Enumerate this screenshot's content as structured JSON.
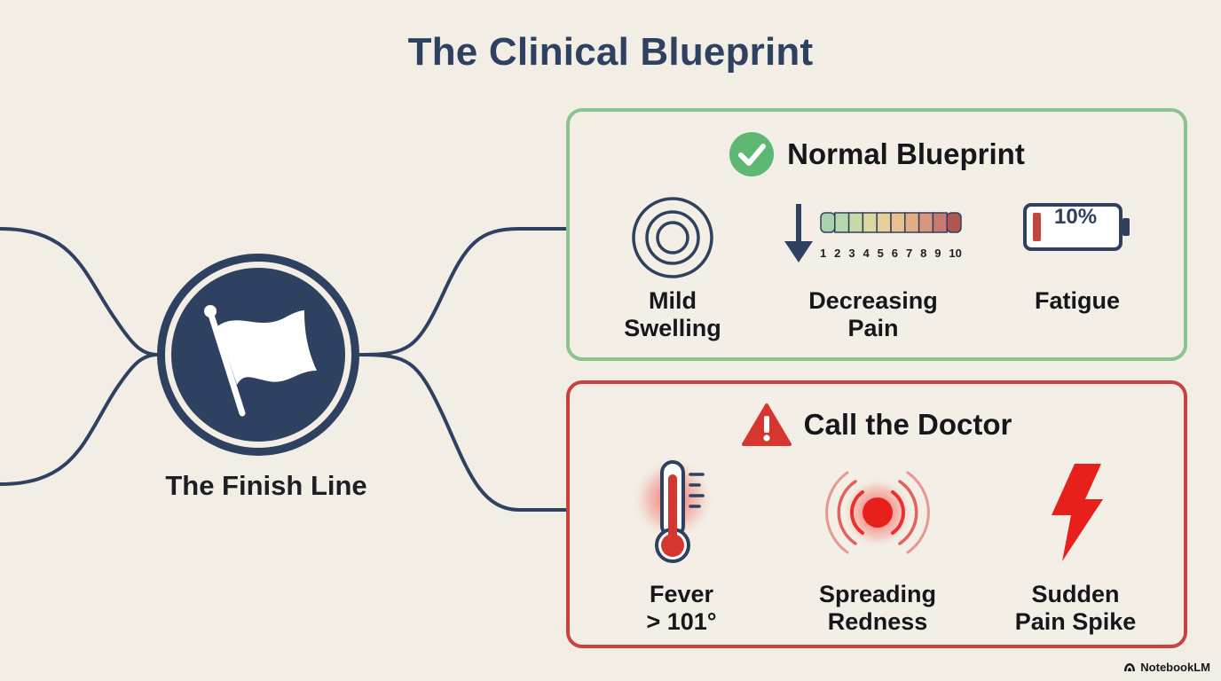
{
  "title": "The Clinical Blueprint",
  "hub": {
    "label": "The Finish Line",
    "icon": "flag-icon"
  },
  "normal": {
    "title": "Normal Blueprint",
    "icon": "check-icon",
    "border_color": "#8cc38f",
    "items": [
      {
        "label": "Mild\nSwelling",
        "icon": "concentric-circles-icon"
      },
      {
        "label": "Decreasing\nPain",
        "icon": "pain-scale-icon"
      },
      {
        "label": "Fatigue",
        "icon": "battery-icon",
        "battery_text": "10%"
      }
    ],
    "pain_scale": [
      "1",
      "2",
      "3",
      "4",
      "5",
      "6",
      "7",
      "8",
      "9",
      "10"
    ]
  },
  "doctor": {
    "title": "Call the Doctor",
    "icon": "warning-icon",
    "border_color": "#c9423d",
    "items": [
      {
        "label": "Fever\n> 101°",
        "icon": "thermometer-icon"
      },
      {
        "label": "Spreading\nRedness",
        "icon": "redness-icon"
      },
      {
        "label": "Sudden\nPain Spike",
        "icon": "lightning-icon"
      }
    ]
  },
  "brand": "NotebookLM"
}
